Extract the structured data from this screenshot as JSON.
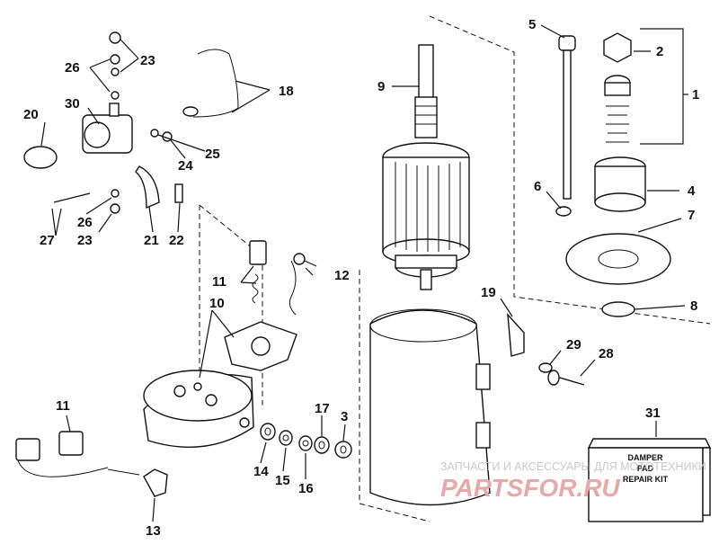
{
  "callouts": {
    "c1": "1",
    "c2": "2",
    "c3": "3",
    "c4": "4",
    "c5": "5",
    "c6": "6",
    "c7": "7",
    "c8": "8",
    "c9": "9",
    "c10": "10",
    "c11a": "11",
    "c11b": "11",
    "c12": "12",
    "c13": "13",
    "c14": "14",
    "c15": "15",
    "c16": "16",
    "c17": "17",
    "c18": "18",
    "c19": "19",
    "c20": "20",
    "c21": "21",
    "c22": "22",
    "c23a": "23",
    "c23b": "23",
    "c24": "24",
    "c25": "25",
    "c26a": "26",
    "c26b": "26",
    "c27": "27",
    "c28": "28",
    "c29": "29",
    "c30": "30",
    "c31": "31"
  },
  "kit_box": {
    "line1": "DAMPER",
    "line2": "PAD",
    "line3": "REPAIR KIT"
  },
  "watermark": {
    "caption": "ЗАПЧАСТИ И АКСЕССУАРЫ ДЛЯ МОТОТЕХНИКИ",
    "brand": "PARTSFOR.RU"
  }
}
